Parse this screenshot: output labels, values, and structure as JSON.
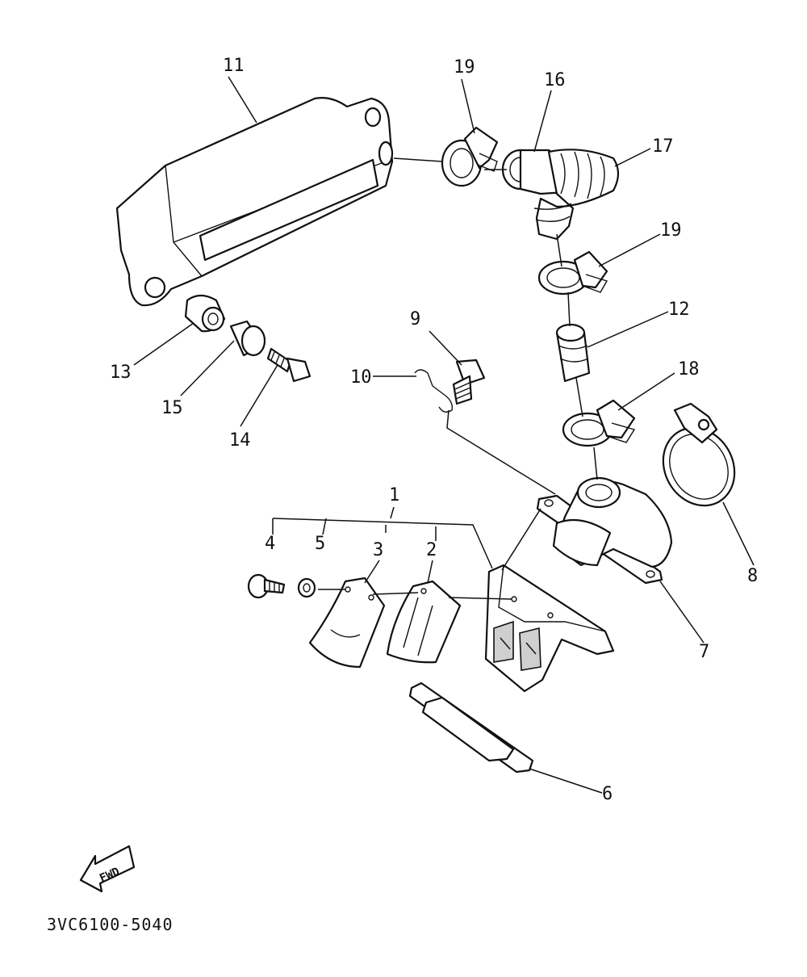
{
  "diagram": {
    "catalog_code": "3VC6100-5040",
    "direction_label": "FWD",
    "callouts": {
      "c1": "1",
      "c2": "2",
      "c3": "3",
      "c4": "4",
      "c5": "5",
      "c6": "6",
      "c7": "7",
      "c8": "8",
      "c9": "9",
      "c10": "10",
      "c11": "11",
      "c12": "12",
      "c13": "13",
      "c14": "14",
      "c15": "15",
      "c16": "16",
      "c17": "17",
      "c18": "18",
      "c19a": "19",
      "c19b": "19"
    }
  },
  "colors": {
    "ink": "#111111",
    "paper": "#ffffff"
  }
}
